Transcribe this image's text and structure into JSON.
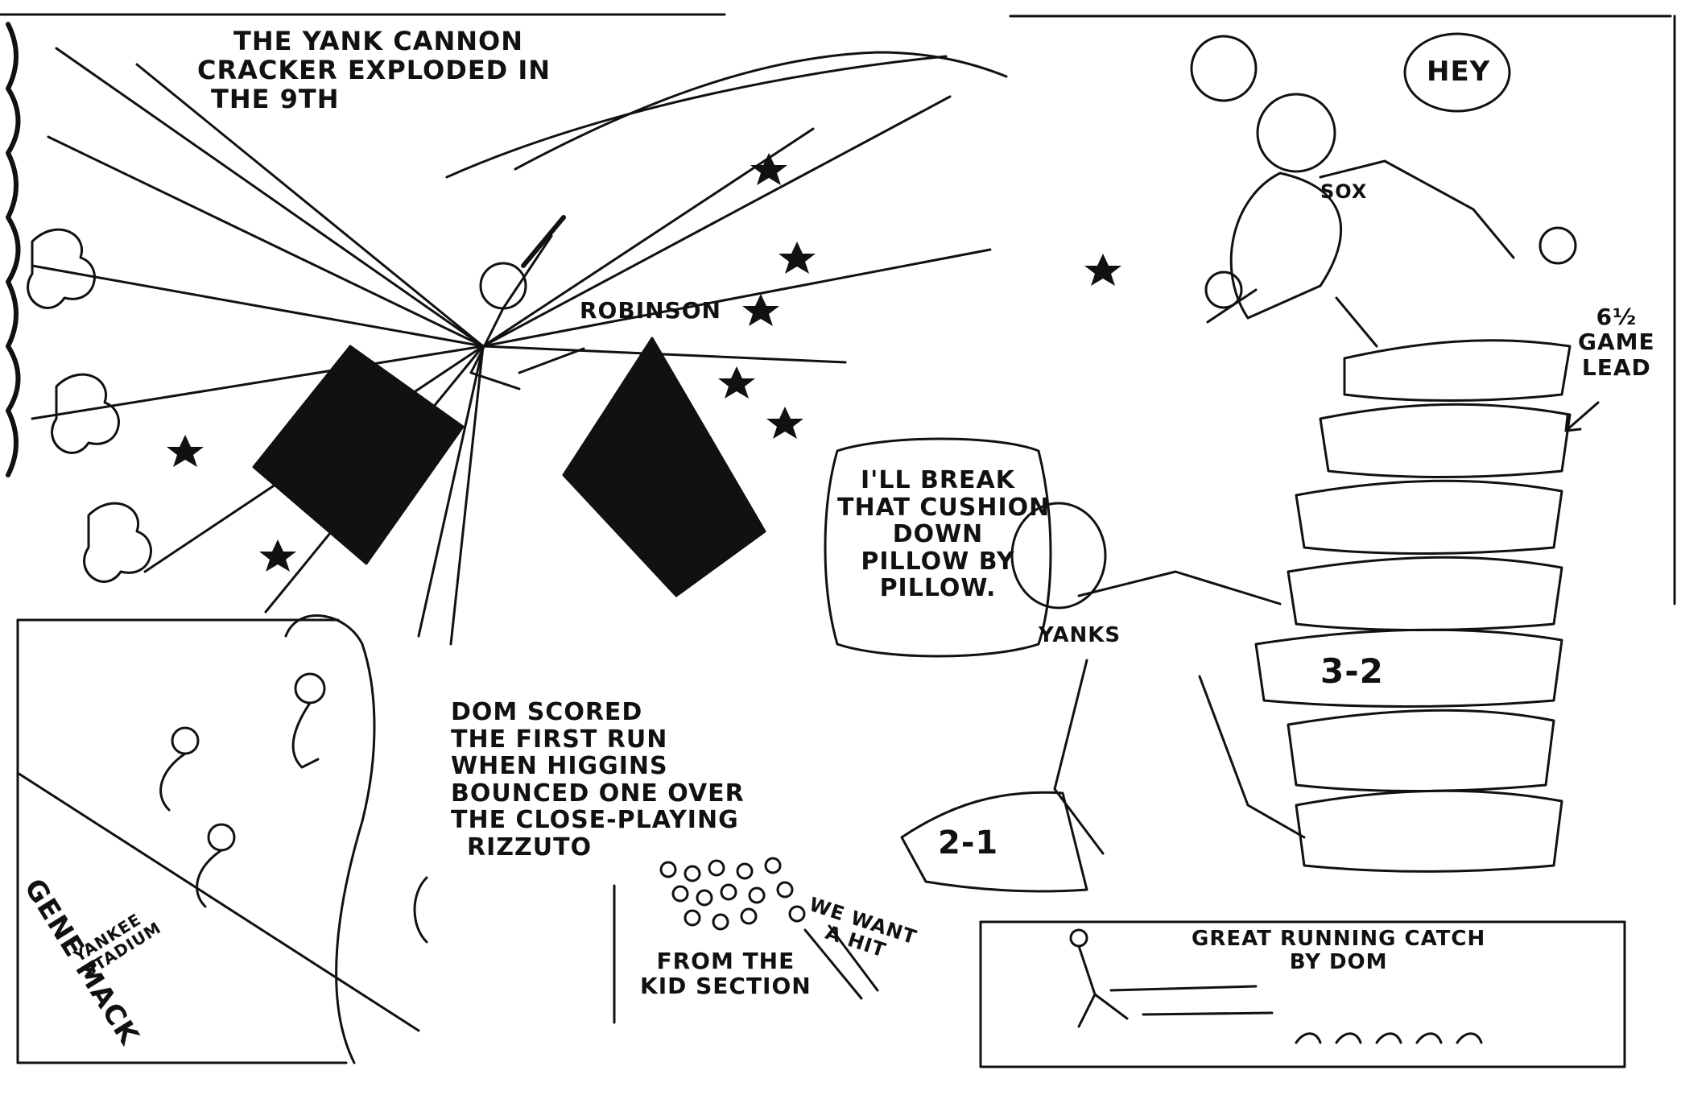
{
  "captions": {
    "yank_cannon": [
      "THE YANK CANNON",
      "CRACKER EXPLODED IN",
      "THE 9TH"
    ],
    "player_name": "ROBINSON",
    "speech_hey": "HEY",
    "sox_jersey": "SOX",
    "game_lead": [
      "6½",
      "GAME",
      "LEAD"
    ],
    "speech_break": [
      "I'LL BREAK",
      "THAT CUSHION",
      "DOWN",
      "PILLOW BY",
      "PILLOW."
    ],
    "yanks_jersey": "YANKS",
    "pillow_score_1": "3-2",
    "pillow_score_2": "2-1",
    "dom_scored": [
      "DOM SCORED",
      "THE FIRST RUN",
      "WHEN HIGGINS",
      "BOUNCED ONE OVER",
      "THE CLOSE-PLAYING",
      "RIZZUTO"
    ],
    "artist_signature": "GENE MACK",
    "location": [
      "YANKEE",
      "STADIUM"
    ],
    "we_want_a_hit": [
      "WE WANT",
      "A HIT"
    ],
    "kid_section": [
      "FROM THE",
      "KID SECTION"
    ],
    "running_catch": [
      "GREAT RUNNING CATCH",
      "BY DOM"
    ]
  },
  "colors": {
    "ink": "#111111",
    "paper": "#ffffff"
  }
}
